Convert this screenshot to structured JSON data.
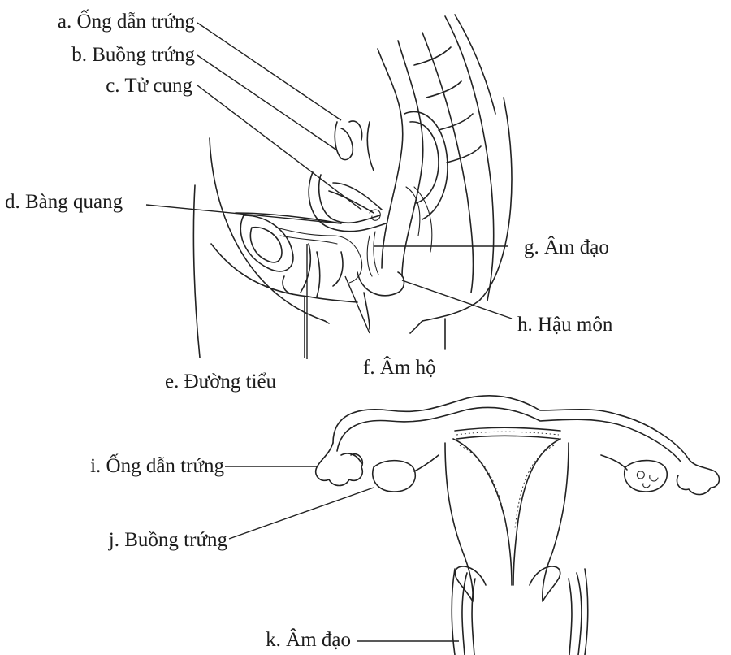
{
  "labels": {
    "a": "a. Ống dẫn trứng",
    "b": "b. Buồng trứng",
    "c": "c. Tử cung",
    "d": "d. Bàng quang",
    "e": "e. Đường tiểu",
    "f": "f. Âm hộ",
    "g": "g. Âm đạo",
    "h": "h. Hậu môn",
    "i": "i. Ống dẫn trứng",
    "j": "j. Buồng trứng",
    "k": "k. Âm đạo"
  }
}
